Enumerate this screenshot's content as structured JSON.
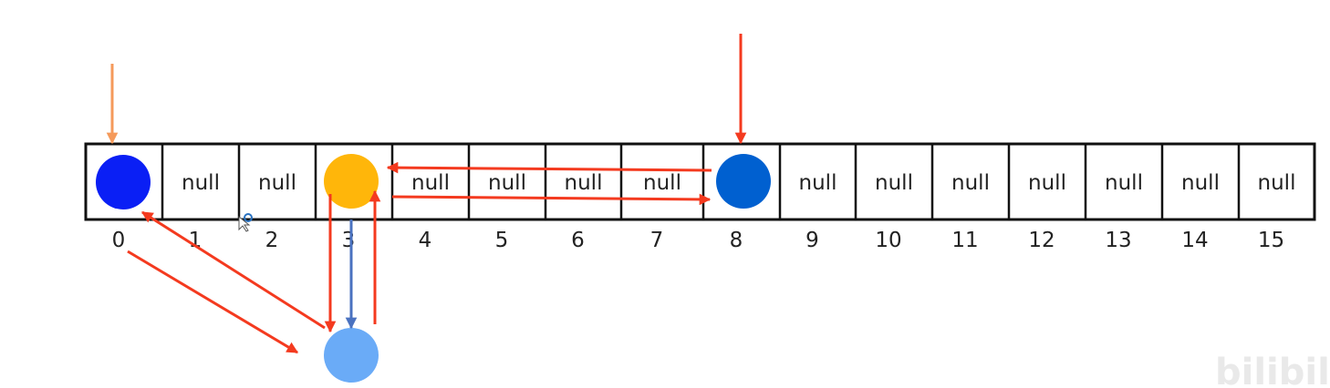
{
  "array": {
    "cells": [
      {
        "index": "0",
        "content": ""
      },
      {
        "index": "1",
        "content": "null"
      },
      {
        "index": "2",
        "content": "null"
      },
      {
        "index": "3",
        "content": ""
      },
      {
        "index": "4",
        "content": "null"
      },
      {
        "index": "5",
        "content": "null"
      },
      {
        "index": "6",
        "content": "null"
      },
      {
        "index": "7",
        "content": "null"
      },
      {
        "index": "8",
        "content": ""
      },
      {
        "index": "9",
        "content": "null"
      },
      {
        "index": "10",
        "content": "null"
      },
      {
        "index": "11",
        "content": "null"
      },
      {
        "index": "12",
        "content": "null"
      },
      {
        "index": "13",
        "content": "null"
      },
      {
        "index": "14",
        "content": "null"
      },
      {
        "index": "15",
        "content": "null"
      }
    ]
  },
  "nodes": [
    {
      "name": "node-slot-0",
      "slot": 0,
      "color": "#0a1ff5"
    },
    {
      "name": "node-slot-3",
      "slot": 3,
      "color": "#ffb60a"
    },
    {
      "name": "node-slot-8",
      "slot": 8,
      "color": "#0060d0"
    },
    {
      "name": "node-below-slot-3",
      "slot": 3,
      "color": "#6aabf7"
    }
  ],
  "colors": {
    "arrow_red": "#f43a1f",
    "arrow_orange": "#f59a5b",
    "arrow_blue": "#4a72c0",
    "grid": "#111111"
  },
  "watermark": "bilibili"
}
